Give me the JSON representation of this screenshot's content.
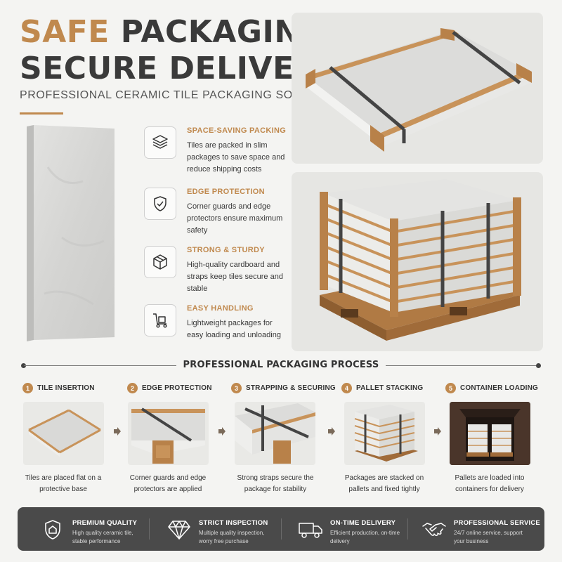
{
  "header": {
    "title_accent": "SAFE",
    "title_rest": "PACKAGING",
    "title_line2": "SECURE DELIVERY",
    "subtitle": "PROFESSIONAL CERAMIC TILE PACKAGING SOLUTIONS",
    "accent_color": "#c0894e"
  },
  "features": [
    {
      "icon": "layers-icon",
      "title": "SPACE-SAVING PACKING",
      "desc": "Tiles are packed in slim packages to save space and reduce shipping costs"
    },
    {
      "icon": "shield-check-icon",
      "title": "EDGE PROTECTION",
      "desc": "Corner guards and edge protectors ensure maximum safety"
    },
    {
      "icon": "box-icon",
      "title": "STRONG & STURDY",
      "desc": "High-quality cardboard and straps keep tiles secure and stable"
    },
    {
      "icon": "hand-truck-icon",
      "title": "EASY HANDLING",
      "desc": "Lightweight packages for easy loading and unloading"
    }
  ],
  "process": {
    "title": "PROFESSIONAL PACKAGING PROCESS",
    "steps": [
      {
        "num": "1",
        "label": "TILE INSERTION",
        "desc": "Tiles are placed flat on a protective base"
      },
      {
        "num": "2",
        "label": "EDGE PROTECTION",
        "desc": "Corner guards and edge protectors are applied"
      },
      {
        "num": "3",
        "label": "STRAPPING & SECURING",
        "desc": "Strong straps secure the package for stability"
      },
      {
        "num": "4",
        "label": "PALLET STACKING",
        "desc": "Packages are stacked on pallets and fixed tightly"
      },
      {
        "num": "5",
        "label": "CONTAINER LOADING",
        "desc": "Pallets are loaded into containers for delivery"
      }
    ]
  },
  "footer": [
    {
      "icon": "shield-icon",
      "title": "PREMIUM QUALITY",
      "desc": "High quality ceramic tile, stable performance"
    },
    {
      "icon": "diamond-icon",
      "title": "STRICT INSPECTION",
      "desc": "Multiple quality inspection, worry free purchase"
    },
    {
      "icon": "truck-icon",
      "title": "ON-TIME DELIVERY",
      "desc": "Efficient production, on-time delivery"
    },
    {
      "icon": "handshake-icon",
      "title": "PROFESSIONAL SERVICE",
      "desc": "24/7 online service, support your business"
    }
  ]
}
